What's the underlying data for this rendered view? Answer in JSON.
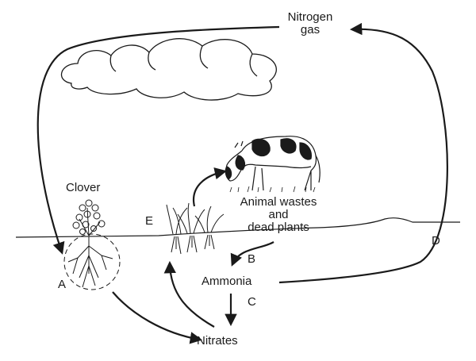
{
  "labels": {
    "nitrogen_gas_line1": "Nitrogen",
    "nitrogen_gas_line2": "gas",
    "clover": "Clover",
    "animal_wastes_line1": "Animal wastes",
    "animal_wastes_line2": "and",
    "animal_wastes_line3": "dead plants",
    "ammonia": "Ammonia",
    "nitrates": "Nitrates",
    "letter_a": "A",
    "letter_b": "B",
    "letter_c": "C",
    "letter_d": "D",
    "letter_e": "E"
  },
  "colors": {
    "ink": "#1a1a1a",
    "background": "#ffffff"
  }
}
